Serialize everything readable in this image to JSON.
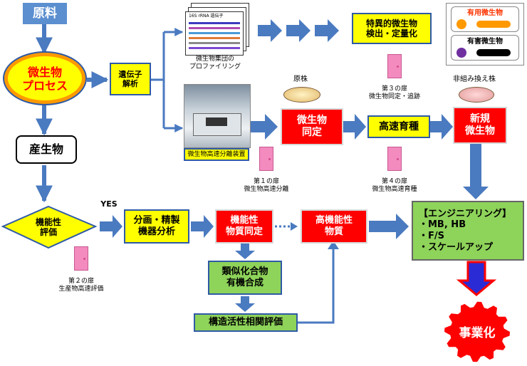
{
  "nodes": {
    "raw_material": "原料",
    "microbe_process": "微生物\nプロセス",
    "product": "産生物",
    "gene_analysis": "遺伝子\n解析",
    "profiling": "微生物集団の\nプロファイリング",
    "separator_device": "微生物高速分離装置",
    "specific_detection": "特異的微生物\n検出・定量化",
    "parent_strain": "原株",
    "microbe_identification": "微生物\n同定",
    "fast_breeding": "高速育種",
    "non_gmo_strain": "非組み換え株",
    "new_microbe": "新規\n微生物",
    "functionality_evaluation": "機能性\n評価",
    "yes": "YES",
    "fractionation": "分画・精製\n機器分析",
    "functional_substance_id": "機能性\n物質同定",
    "high_function_substance": "高機能性\n物質",
    "analog_synthesis": "類似化合物\n有機合成",
    "sar_evaluation": "構造活性相関評価",
    "engineering_title": "【エンジニアリング】",
    "engineering_items": [
      "・MB, HB",
      "・F/S",
      "・スケールアップ"
    ],
    "commercialization": "事業化",
    "legend_useful": "有用微生物",
    "legend_harmful": "有害微生物",
    "tube_label": "16S rRNA 遺伝子"
  },
  "doors": {
    "door1": "第１の扉\n微生物高速分離",
    "door2": "第２の扉\n生産物高速評価",
    "door3": "第３の扉\n微生物同定・追跡",
    "door4": "第４の扉\n微生物高速育種"
  },
  "colors": {
    "arrow": "#4a7ac0",
    "red": "#ff0000",
    "yellow": "#ffff00",
    "green": "#8ed35a",
    "orange": "#ff9900",
    "purple": "#7030a0",
    "pink": "#f38bbf"
  }
}
